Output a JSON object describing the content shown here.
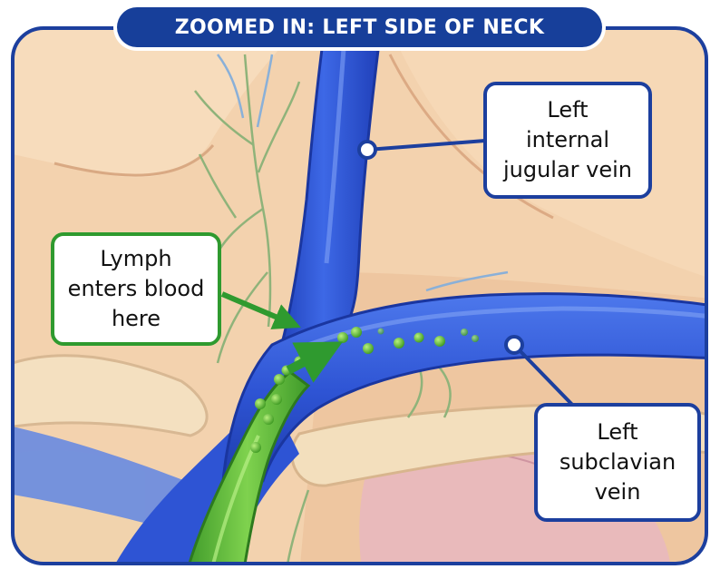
{
  "title": "ZOOMED IN: LEFT SIDE OF NECK",
  "labels": {
    "internal_jugular": "Left\ninternal\njugular vein",
    "lymph_entry": "Lymph\nenters blood\nhere",
    "subclavian": "Left\nsubclavian\nvein"
  },
  "colors": {
    "frame": "#1c3f9e",
    "vein": "#2f56d6",
    "lymph_duct": "#58b83a",
    "lymph_arrow": "#2f9a2f",
    "skin": "#f3d2ae",
    "bone": "#f1d9b2"
  }
}
